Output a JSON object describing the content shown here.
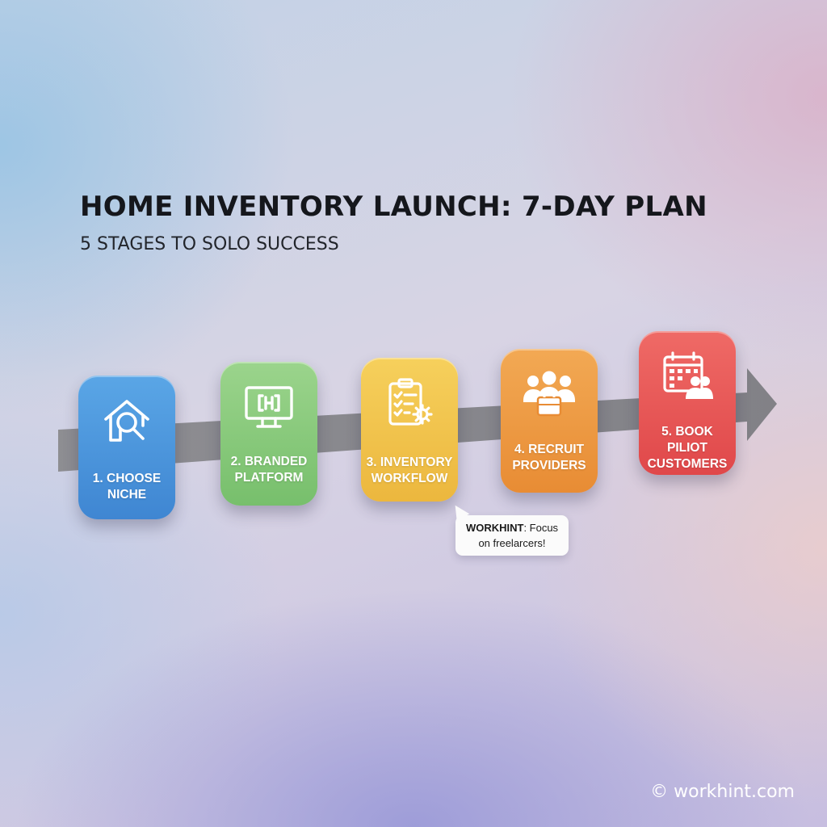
{
  "title": "HOME INVENTORY LAUNCH: 7-DAY PLAN",
  "subtitle": "5 STAGES TO SOLO SUCCESS",
  "stages": [
    {
      "line1": "1. CHOOSE NICHE",
      "line2": "",
      "icon": "house-search-icon",
      "color": "#4a94dc"
    },
    {
      "line1": "2. BRANDED",
      "line2": "PLATFORM",
      "icon": "monitor-icon",
      "color": "#86c87a"
    },
    {
      "line1": "3. INVENTORY",
      "line2": "WORKFLOW",
      "icon": "clipboard-gear-icon",
      "color": "#f1c44c"
    },
    {
      "line1": "4. RECRUIT",
      "line2": "PROVIDERS",
      "icon": "team-briefcase-icon",
      "color": "#ec9a42"
    },
    {
      "line1": "5. BOOK PILIOT",
      "line2": "CUSTOMERS",
      "icon": "calendar-people-icon",
      "color": "#e75654"
    }
  ],
  "tip": {
    "brand": "WORKHINT",
    "text1": ": Focus",
    "text2": "on freelarcers!"
  },
  "footer": "© workhint.com"
}
